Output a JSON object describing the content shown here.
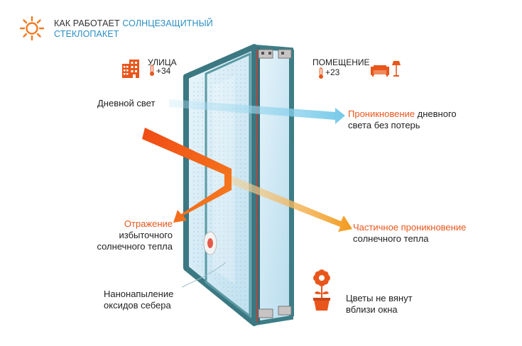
{
  "header": {
    "title_part1": "КАК РАБОТАЕТ",
    "title_part2": "СОЛНЦЕЗАЩИТНЫЙ",
    "title_line2": "СТЕКЛОПАКЕТ"
  },
  "outside": {
    "label": "УЛИЦА",
    "temperature": "+34"
  },
  "inside": {
    "label": "ПОМЕЩЕНИЕ",
    "temperature": "+23"
  },
  "daylight": {
    "label": "Дневной свет",
    "result_highlight": "Проникновение",
    "result_rest_line1": "дневного",
    "result_line2": "света без потерь"
  },
  "reflection": {
    "highlight": "Отражение",
    "line2": "избыточного",
    "line3": "солнечного тепла"
  },
  "partial": {
    "highlight": "Частичное проникновение",
    "line2": "солнечного тепла"
  },
  "coating": {
    "line1": "Нанонапыление",
    "line2": "оксидов себера"
  },
  "flowers": {
    "line1": "Цветы не вянут",
    "line2": "вблизи окна"
  },
  "colors": {
    "accent_orange": "#e8561c",
    "accent_blue": "#2a8fc6",
    "frame": "#3d7d86",
    "glass": "#cfe7f3"
  }
}
